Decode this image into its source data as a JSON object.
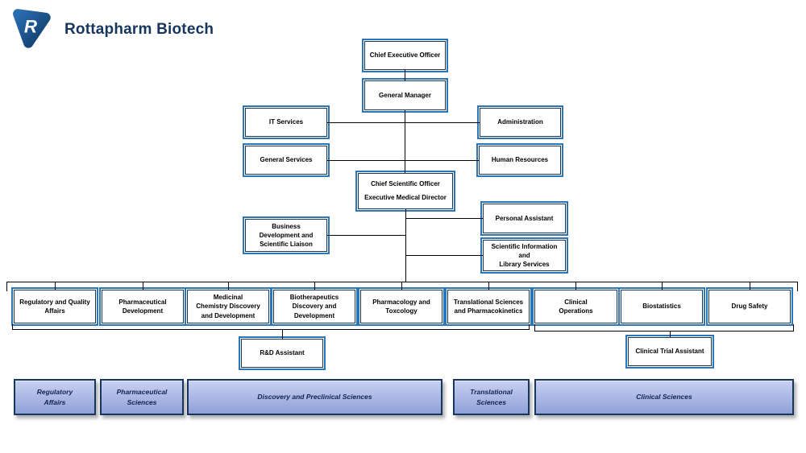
{
  "brand": {
    "title": "Rottapharm Biotech",
    "logo_letter": "R"
  },
  "colors": {
    "brand-navy": "#17365D",
    "box-outer": "#2E75B6",
    "box-inner": "#16375c",
    "line": "#000000",
    "group-top": "#c9d1f1",
    "group-bottom": "#8fa0d8",
    "group-border": "#17365D"
  },
  "org": {
    "ceo": "Chief Executive Officer",
    "general_manager": "General Manager",
    "it_services": "IT Services",
    "administration": "Administration",
    "general_services": "General Services",
    "human_resources": "Human Resources",
    "cso": "Chief Scientific Officer\nExecutive Medical Director",
    "business_dev": "Business\nDevelopment and\nScientific Liaison",
    "personal_assistant": "Personal Assistant",
    "sci_info": "Scientific Information\nand\nLibrary Services",
    "departments": [
      "Regulatory and Quality\nAffairs",
      "Pharmaceutical\nDevelopment",
      "Medicinal\nChemistry Discovery\nand Development",
      "Biotherapeutics\nDiscovery and\nDevelopment",
      "Pharmacology and\nToxcology",
      "Translational Sciences\nand Pharmacokinetics",
      "Clinical\nOperations",
      "Biostatistics",
      "Drug Safety"
    ],
    "rd_assistant": "R&D Assistant",
    "clinical_trial_assistant": "Clinical Trial Assistant",
    "groups": [
      "Regulatory\nAffairs",
      "Pharmaceutical\nSciences",
      "Discovery and Preclinical Sciences",
      "Translational\nSciences",
      "Clinical Sciences"
    ]
  }
}
